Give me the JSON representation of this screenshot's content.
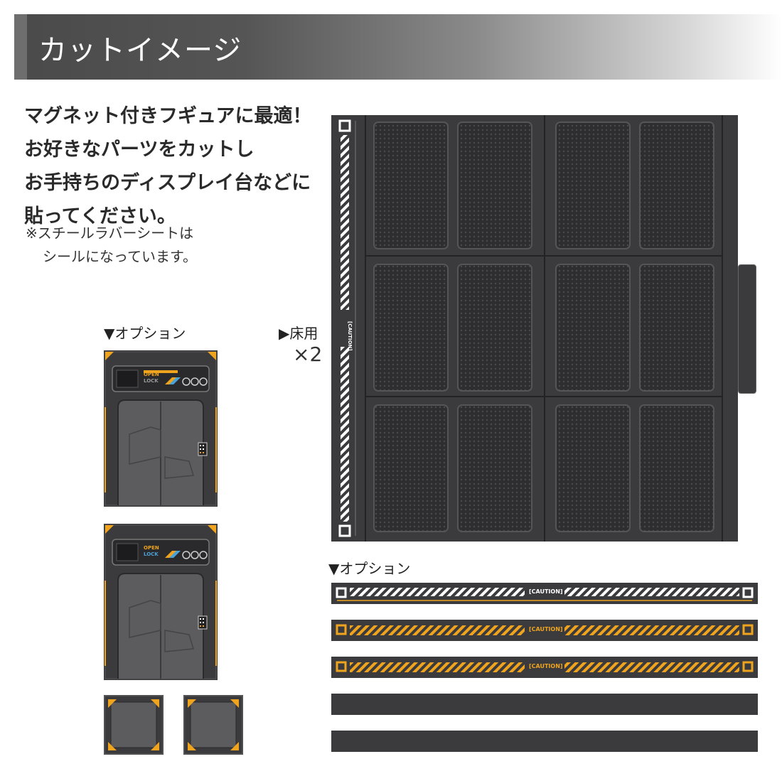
{
  "header": {
    "title": "カットイメージ"
  },
  "intro": {
    "lines": [
      "マグネット付きフギュアに最適！",
      "お好きなパーツをカットし",
      "お手持ちのディスプレイ台などに",
      "貼ってください。"
    ],
    "note_line1": "※スチールラバーシートは",
    "note_line2": "シールになっています。"
  },
  "labels": {
    "option_left": "▼オプション",
    "floor": "▶床用",
    "floor_count": "×2",
    "option_bottom": "▼オプション"
  },
  "parts": {
    "door_panel_open": "OPEN",
    "door_panel_lock": "LOCK",
    "caution": "[CAUTION]"
  },
  "colors": {
    "sheet": "#3b3b3e",
    "door": "#5c5c5f",
    "accent_orange": "#f0a41e",
    "stripe_white": "#ffffff"
  }
}
